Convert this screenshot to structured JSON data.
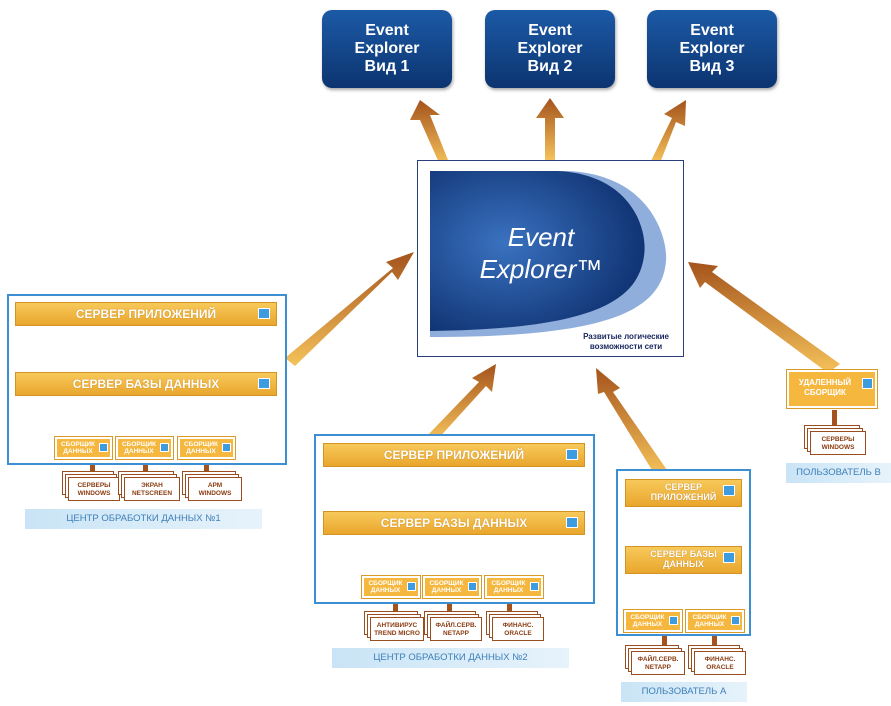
{
  "views": [
    {
      "line1": "Event",
      "line2": "Explorer",
      "line3": "Вид 1"
    },
    {
      "line1": "Event",
      "line2": "Explorer",
      "line3": "Вид 2"
    },
    {
      "line1": "Event",
      "line2": "Explorer",
      "line3": "Вид 3"
    }
  ],
  "core": {
    "logo_line1": "Event",
    "logo_line2": "Explorer™",
    "caption_line1": "Развитые логические",
    "caption_line2": "возможности сети"
  },
  "dc1": {
    "app_server": "СЕРВЕР ПРИЛОЖЕНИЙ",
    "db_server": "СЕРВЕР БАЗЫ ДАННЫХ",
    "collectors": [
      {
        "l1": "СБОРЩИК",
        "l2": "ДАННЫХ"
      },
      {
        "l1": "СБОРЩИК",
        "l2": "ДАННЫХ"
      },
      {
        "l1": "СБОРЩИК",
        "l2": "ДАННЫХ"
      }
    ],
    "sources": [
      {
        "l1": "СЕРВЕРЫ",
        "l2": "WINDOWS"
      },
      {
        "l1": "ЭКРАН",
        "l2": "NETSCREEN"
      },
      {
        "l1": "АРМ",
        "l2": "WINDOWS"
      }
    ],
    "label": "ЦЕНТР ОБРАБОТКИ ДАННЫХ №1"
  },
  "dc2": {
    "app_server": "СЕРВЕР ПРИЛОЖЕНИЙ",
    "db_server": "СЕРВЕР БАЗЫ ДАННЫХ",
    "collectors": [
      {
        "l1": "СБОРЩИК",
        "l2": "ДАННЫХ"
      },
      {
        "l1": "СБОРЩИК",
        "l2": "ДАННЫХ"
      },
      {
        "l1": "СБОРЩИК",
        "l2": "ДАННЫХ"
      }
    ],
    "sources": [
      {
        "l1": "АНТИВИРУС",
        "l2": "TREND MICRO"
      },
      {
        "l1": "ФАЙЛ.СЕРВ.",
        "l2": "NETAPP"
      },
      {
        "l1": "ФИНАНС.",
        "l2": "ORACLE"
      }
    ],
    "label": "ЦЕНТР ОБРАБОТКИ ДАННЫХ №2"
  },
  "userA": {
    "app_server_l1": "СЕРВЕР",
    "app_server_l2": "ПРИЛОЖЕНИЙ",
    "db_server_l1": "СЕРВЕР БАЗЫ",
    "db_server_l2": "ДАННЫХ",
    "collectors": [
      {
        "l1": "СБОРЩИК",
        "l2": "ДАННЫХ"
      },
      {
        "l1": "СБОРЩИК",
        "l2": "ДАННЫХ"
      }
    ],
    "sources": [
      {
        "l1": "ФАЙЛ.СЕРВ.",
        "l2": "NETAPP"
      },
      {
        "l1": "ФИНАНС.",
        "l2": "ORACLE"
      }
    ],
    "label": "ПОЛЬЗОВАТЕЛЬ А"
  },
  "userB": {
    "collector_l1": "УДАЛЕННЫЙ",
    "collector_l2": "СБОРЩИК",
    "source_l1": "СЕРВЕРЫ",
    "source_l2": "WINDOWS",
    "label": "ПОЛЬЗОВАТЕЛЬ B"
  },
  "colors": {
    "view_blue": "#0c3470",
    "orange": "#f0b13a",
    "arrow_brown": "#a4531c",
    "site_border": "#3d8fd4"
  }
}
